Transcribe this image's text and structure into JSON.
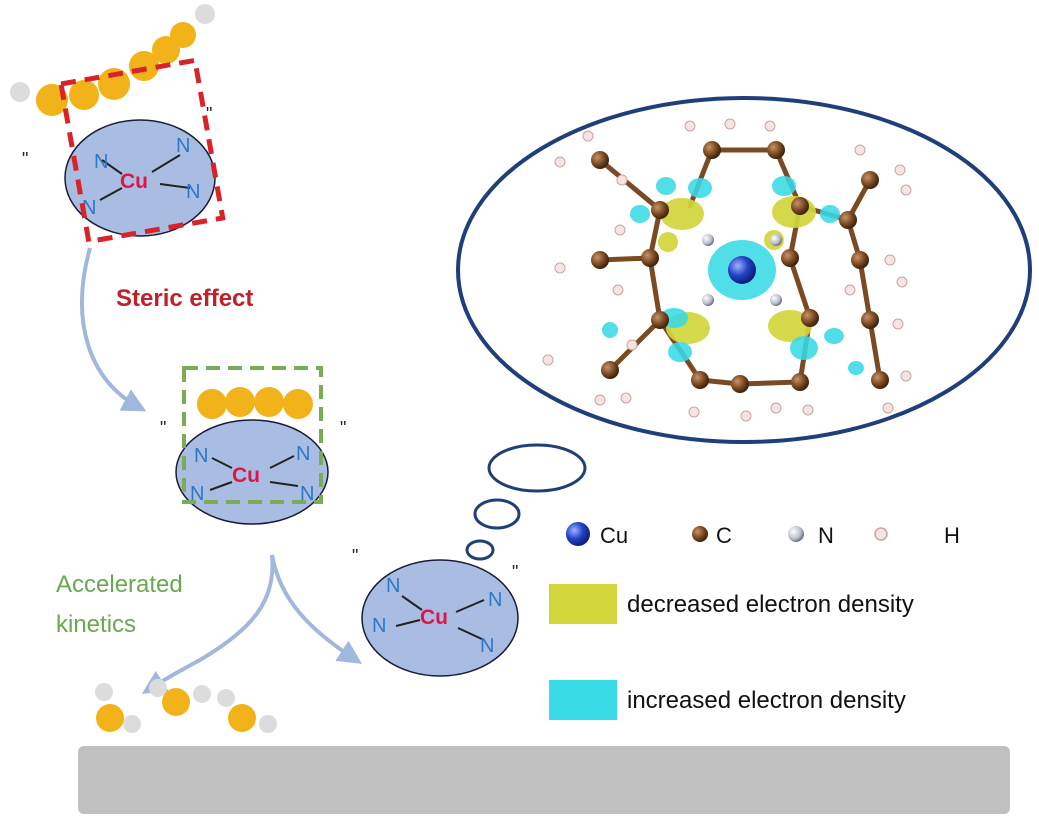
{
  "labels": {
    "steric": "Steric effect",
    "accelerated_line1": "Accelerated",
    "accelerated_line2": "kinetics"
  },
  "complex": {
    "metal": "Cu",
    "ligand_atom": "N"
  },
  "legend": {
    "atoms": [
      {
        "symbol": "Cu",
        "color": "#1f3fbf"
      },
      {
        "symbol": "C",
        "color": "#7a4a22"
      },
      {
        "symbol": "N",
        "color": "#9aa0b4"
      },
      {
        "symbol": "H",
        "color": "#f2dede"
      }
    ],
    "decreased": "decreased electron density",
    "increased": "increased electron density",
    "decreased_color": "#d2d63a",
    "increased_color": "#38dbe6"
  },
  "colors": {
    "steric_text": "#c0202a",
    "accelerated_text": "#6aa84f",
    "red_box": "#d9232a",
    "green_box": "#79ac55",
    "cu_text": "#e0144c",
    "n_text": "#2f77c8",
    "disc_fill": "#a9bde3",
    "ball": "#f2b21a",
    "arrow": "#9fb8dc",
    "ellipse_stroke": "#1f3f7a",
    "surface": "#c0c0c0"
  }
}
